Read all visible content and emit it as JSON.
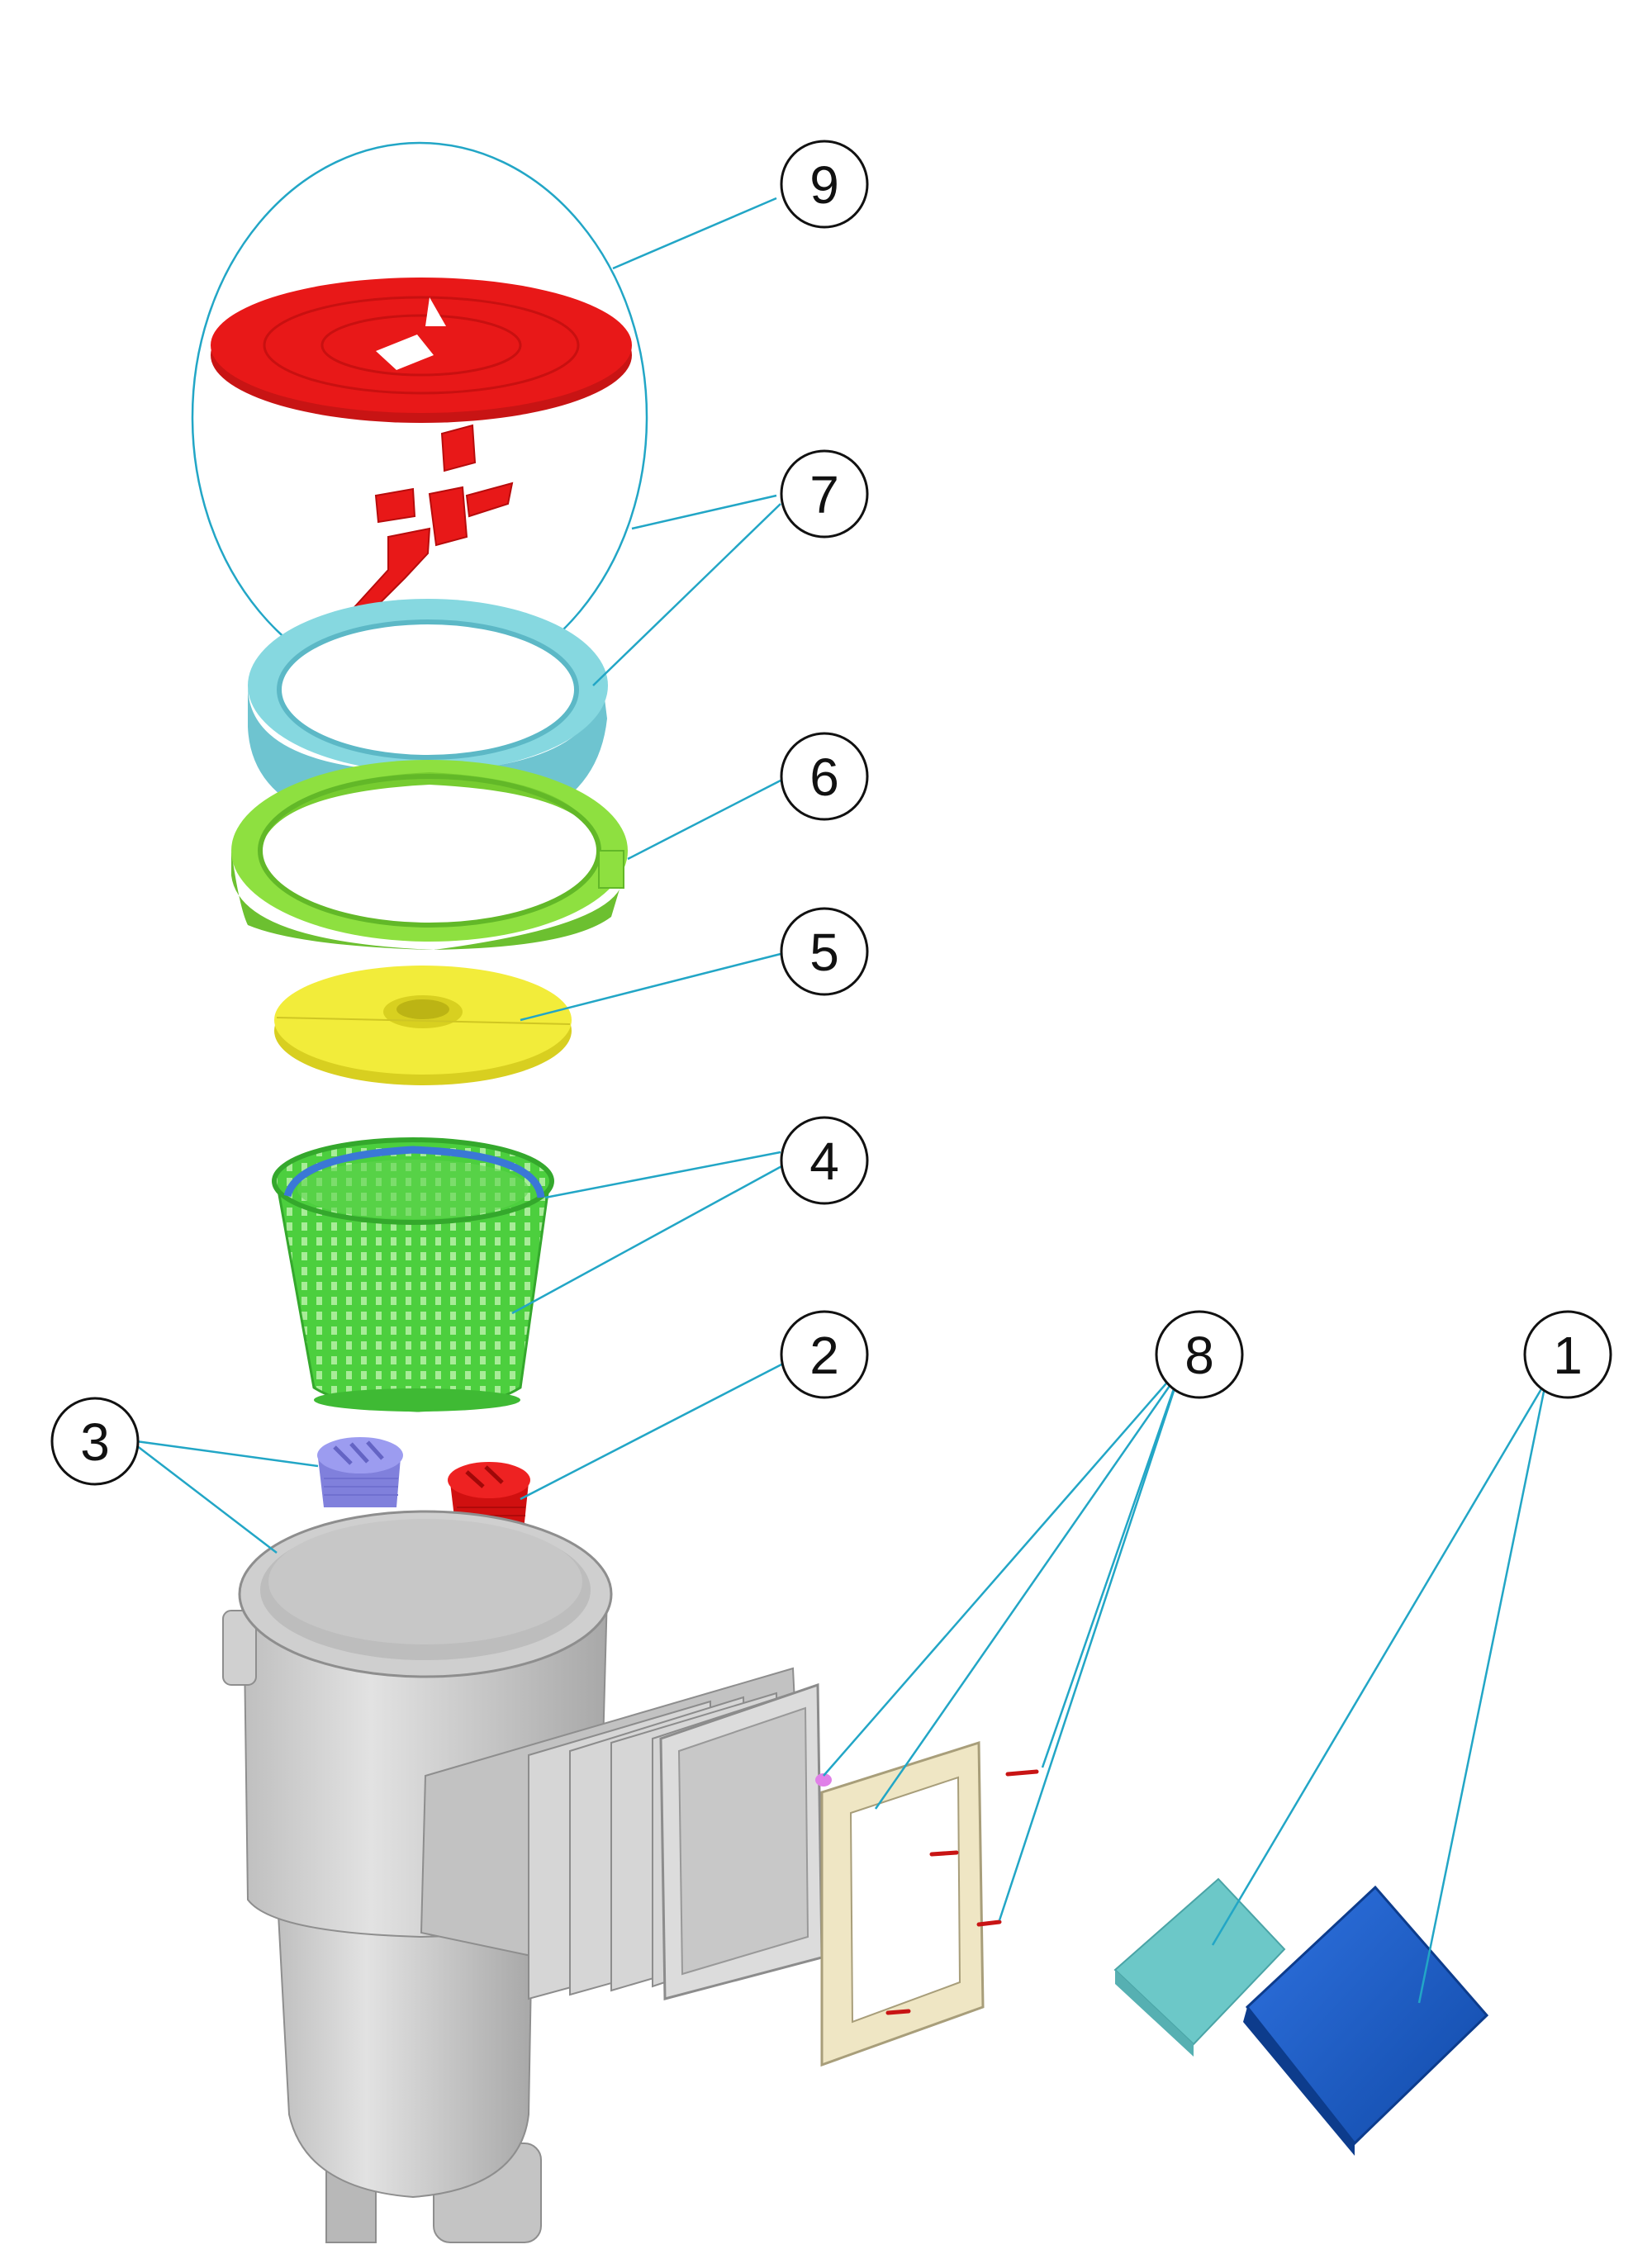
{
  "callouts": {
    "c9": "9",
    "c7": "7",
    "c6": "6",
    "c5": "5",
    "c4": "4",
    "c2": "2",
    "c8": "8",
    "c1": "1",
    "c3": "3"
  },
  "colors": {
    "leader": "#22a6c6",
    "lid": "#e81818",
    "ring_cyan": "#86d8e0",
    "ring_green": "#8ee040",
    "weir": "#f2ec3a",
    "basket": "#44c83c",
    "basket_handle": "#3a78d6",
    "plug_blue": "#9090ee",
    "plug_red": "#e81818",
    "body": "#c8c8c8",
    "frame": "#efe6c4",
    "flap_teal": "#6cc8c8",
    "flap_blue": "#1c5ed0"
  }
}
